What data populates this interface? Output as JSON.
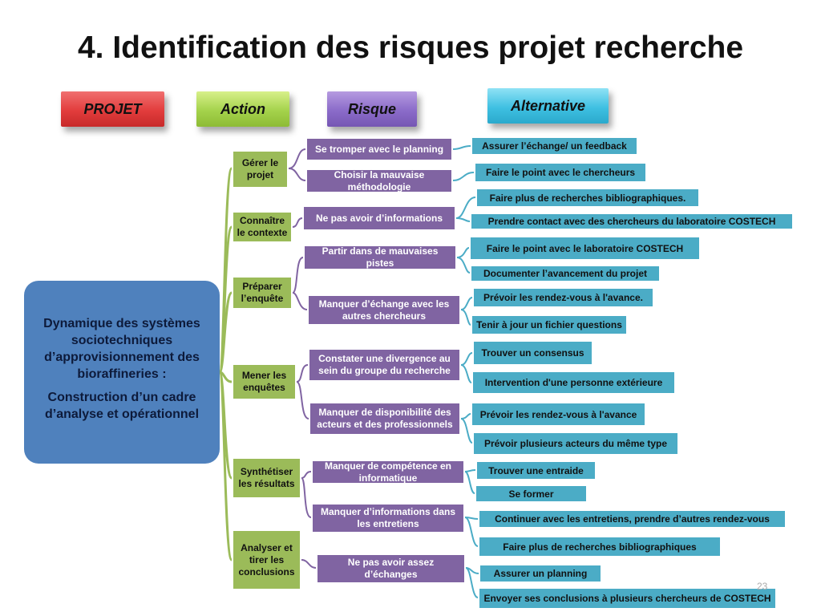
{
  "title": "4. Identification des risques projet recherche",
  "headers": {
    "projet": "PROJET",
    "action": "Action",
    "risque": "Risque",
    "alternative": "Alternative"
  },
  "root": {
    "line1": "Dynamique des systèmes sociotechniques d’approvisionnement des bioraffineries :",
    "line2": "Construction d’un cadre d’analyse et opérationnel"
  },
  "actions": [
    "Gérer le projet",
    "Connaître le contexte",
    "Préparer l’enquête",
    "Mener les enquêtes",
    "Synthétiser les résultats",
    "Analyser et tirer les conclusions"
  ],
  "risks": [
    "Se tromper avec le planning",
    "Choisir la mauvaise méthodologie",
    "Ne pas avoir d’informations",
    "Partir dans de mauvaises pistes",
    "Manquer d’échange avec les autres chercheurs",
    "Constater une divergence au sein du groupe du recherche",
    "Manquer de disponibilité des acteurs et des professionnels",
    "Manquer de compétence en informatique",
    "Manquer d’informations dans les entretiens",
    "Ne pas avoir assez d’échanges"
  ],
  "alternatives": [
    "Assurer  l’échange/ un feedback",
    "Faire le point avec le chercheurs",
    "Faire  plus de recherches bibliographiques.",
    "Prendre contact avec des chercheurs du laboratoire COSTECH",
    "Faire le point avec le laboratoire COSTECH",
    "Documenter l’avancement du projet",
    "Prévoir les rendez-vous à l'avance.",
    "Tenir à jour un fichier questions",
    "Trouver un consensus",
    "Intervention d'une personne extérieure",
    "Prévoir les rendez-vous à l'avance",
    "Prévoir plusieurs acteurs du même type",
    "Trouver une entraide",
    "Se former",
    "Continuer avec les entretiens, prendre d’autres rendez-vous",
    "Faire plus de recherches bibliographiques",
    "Assurer un planning",
    "Envoyer ses conclusions à plusieurs chercheurs de COSTECH"
  ],
  "page_number": "23",
  "colors": {
    "projet": "#e23c3c",
    "action": "#9bbb59",
    "risque": "#8064a2",
    "alternative": "#4bacc6",
    "root": "#4f81bd"
  }
}
